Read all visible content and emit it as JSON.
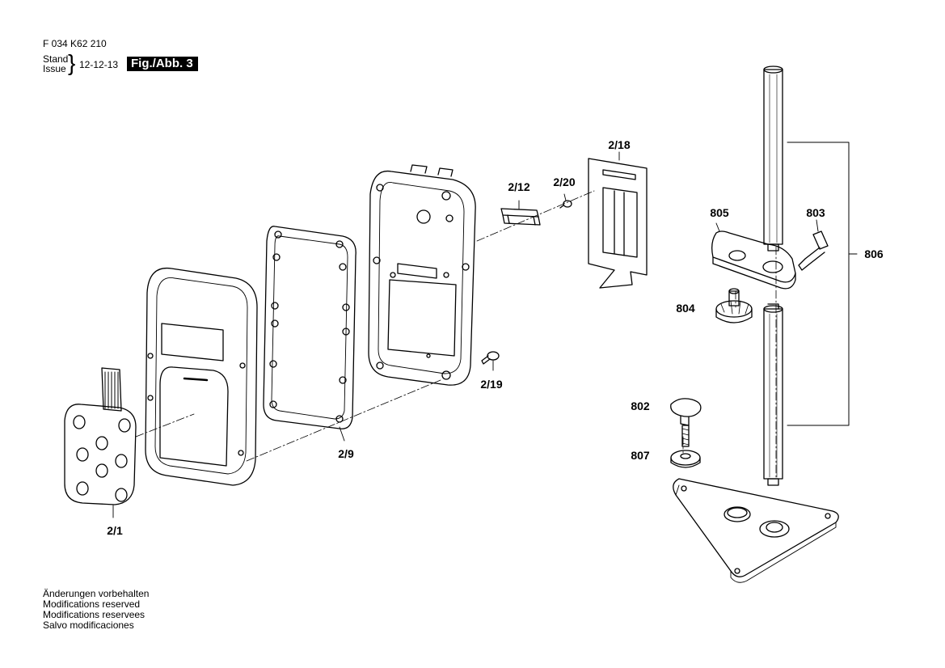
{
  "header": {
    "doc_number": "F 034 K62 210",
    "stand_label": "Stand",
    "issue_label": "Issue",
    "brace": "}",
    "date": "12-12-13",
    "figure_label": "Fig./Abb. 3"
  },
  "parts": {
    "p2_1": "2/1",
    "p2_9": "2/9",
    "p2_12": "2/12",
    "p2_18": "2/18",
    "p2_19": "2/19",
    "p2_20": "2/20",
    "p802": "802",
    "p803": "803",
    "p804": "804",
    "p805": "805",
    "p806": "806",
    "p807": "807"
  },
  "footer": {
    "line1": "Änderungen vorbehalten",
    "line2": "Modifications reserved",
    "line3": "Modifications reservees",
    "line4": "Salvo modificaciones"
  }
}
